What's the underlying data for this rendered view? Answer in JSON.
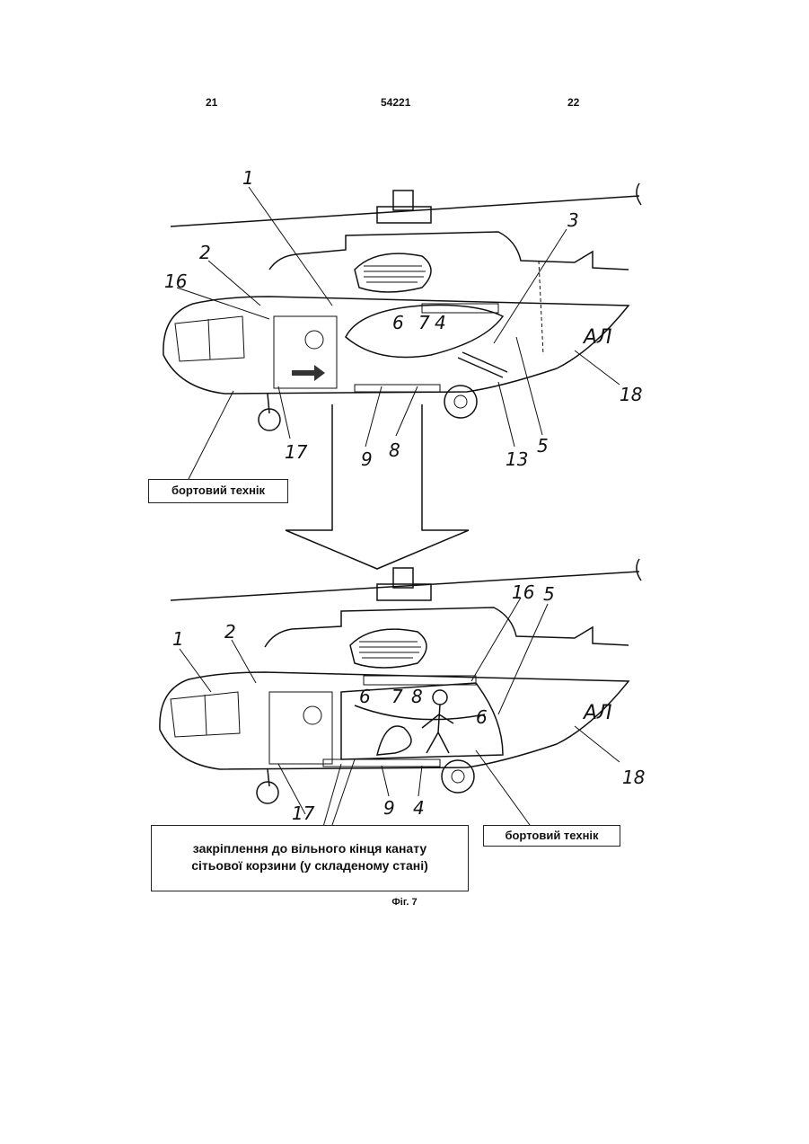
{
  "header": {
    "page_left": "21",
    "doc_number": "54221",
    "page_right": "22"
  },
  "top_figure": {
    "labels": [
      "1",
      "2",
      "16",
      "3",
      "6",
      "7",
      "4",
      "18",
      "17",
      "9",
      "8",
      "13",
      "5"
    ],
    "tail_marking": "АЛ",
    "callout": "бортовий технік"
  },
  "bottom_figure": {
    "labels": [
      "1",
      "2",
      "16",
      "5",
      "6",
      "7",
      "8",
      "6",
      "18",
      "17",
      "9",
      "4"
    ],
    "tail_marking": "АЛ",
    "callout_crew": "бортовий технік",
    "callout_note": "закріплення до вільного кінця канату сітьової корзини (у складеному стані)"
  },
  "caption": "Фіг. 7"
}
